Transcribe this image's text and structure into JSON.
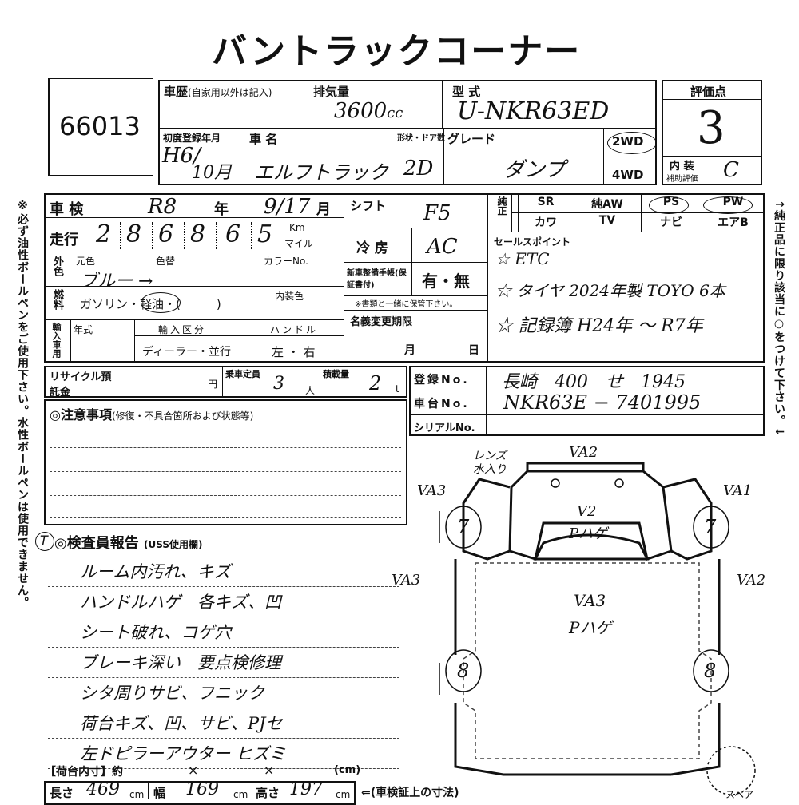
{
  "title": "バントラックコーナー",
  "lot_number": "66013",
  "car_history_label": "車歴",
  "car_history_note": "(自家用以外は記入)",
  "displacement_label": "排気量",
  "displacement_value": "3600",
  "displacement_unit": "cc",
  "model_label": "型 式",
  "model_value": "U-NKR63ED",
  "score_label": "評価点",
  "score_value": "3",
  "first_reg_label": "初度登録年月",
  "first_reg_era_year": "H6/",
  "first_reg_month": "10月",
  "car_name_label": "車 名",
  "car_name_value": "エルフトラック",
  "shape_door_label": "形状・ドア数",
  "doors_value": "2D",
  "grade_label": "グレード",
  "grade_value": "ダンプ",
  "drive_2wd": "2WD",
  "drive_4wd": "4WD",
  "interior_label": "内 装",
  "interior_sub": "補助評価",
  "interior_value": "C",
  "shaken_label": "車 検",
  "shaken_era": "R8",
  "shaken_year_unit": "年",
  "shaken_date": "9/17",
  "shaken_month_unit": "月",
  "shift_label": "シフト",
  "shift_value": "F5",
  "equip": [
    "純正",
    "SR",
    "純AW",
    "PS",
    "PW",
    "カワ",
    "TV",
    "ナビ",
    "エアB"
  ],
  "mileage_label": "走行",
  "mileage_digits": [
    "2",
    "8",
    "6",
    "8",
    "6",
    "5"
  ],
  "mileage_unit_km": "Km",
  "mileage_unit_mile": "マイル",
  "aircon_label": "冷 房",
  "aircon_value": "AC",
  "sales_points_label": "セールスポイント",
  "sales_points": [
    "☆ ETC",
    "☆ タイヤ 2024年製 TOYO 6本",
    "☆ 記録簿 H24年 〜 R7年"
  ],
  "exterior_label": "外色",
  "orig_color_label": "元色",
  "color_change_label": "色替",
  "color_no_label": "カラーNo.",
  "color_value": "ブルー →",
  "fuel_label": "燃料",
  "fuel_value": "ガソリン・軽油・(　　　)",
  "interior_color_label": "内装色",
  "manual_label": "新車整備手帳(保証書付)",
  "manual_value": "有・無",
  "manual_note": "※書類と一緒に保管下さい。",
  "import_label": "輸入車用",
  "import_year_label": "年式",
  "import_class_label": "輸入区分",
  "import_class_value": "ディーラー・並行",
  "handle_label": "ハンドル",
  "handle_value": "左 ・ 右",
  "name_change_label": "名義変更期限",
  "name_change_month": "月",
  "name_change_day": "日",
  "recycle_label": "リサイクル預託金",
  "recycle_unit": "円",
  "capacity_label": "乗車定員",
  "capacity_value": "3",
  "capacity_unit": "人",
  "load_label": "積載量",
  "load_value": "2",
  "load_unit": "t",
  "reg_no_label": "登録No.",
  "reg_no_value": "長崎　400　せ　1945",
  "chassis_label": "車台No.",
  "chassis_value": "NKR63E − 7401995",
  "serial_label": "シリアルNo.",
  "notes_label": "◎注意事項",
  "notes_sub": "(修復・不具合箇所および状態等)",
  "inspector_label": "◎検査員報告",
  "inspector_sub": "(USS使用欄)",
  "inspector_mark": "T",
  "inspector_lines": [
    "ルーム内汚れ、キズ",
    "ハンドルハゲ　各キズ、凹",
    "シート破れ、コゲ穴",
    "ブレーキ深い　要点検修理",
    "シタ周りサビ、フニック",
    "荷台キズ、凹、サビ、PJセ",
    "左ドピラーアウター ヒズミ"
  ],
  "cargo_label": "【荷台内寸】約",
  "cargo_x": "×",
  "cargo_unit": "(cm)",
  "len_label": "長さ",
  "len_value": "469",
  "wid_label": "幅",
  "wid_value": "169",
  "hgt_label": "高さ",
  "hgt_value": "197",
  "cm": "cm",
  "dims_note": "⇐(車検証上の寸法)",
  "spare_label": "スペア",
  "side_left": "※必ず油性ボールペンをご使用下さい。水性ボールペンは使用できません。",
  "side_right": "↑純正品に限り該当に○をつけて下さい。↓",
  "diagram": {
    "lens": "レンズ",
    "water": "水入り",
    "front": "VA2",
    "left_front": "VA3",
    "right_front": "VA1",
    "left_side": "VA3",
    "right_side": "VA2",
    "roof_a": "V2",
    "roof_b": "Pハゲ",
    "bed_a": "VA3",
    "bed_b": "Pハゲ",
    "tire_f": "7",
    "tire_r": "8"
  }
}
